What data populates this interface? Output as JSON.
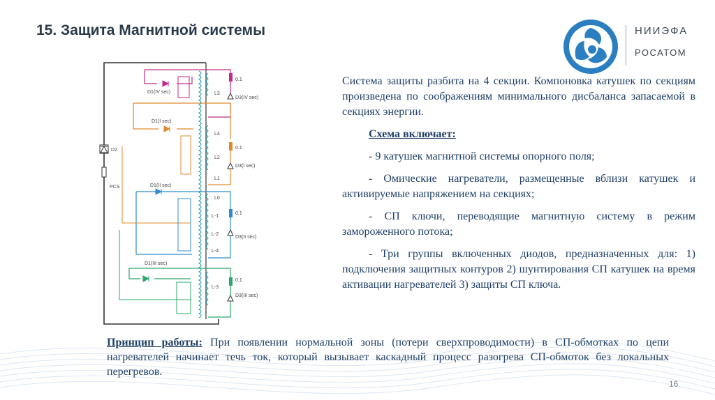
{
  "slide": {
    "title": "15. Защита Магнитной системы",
    "page_number": "16"
  },
  "logo": {
    "org_name": "НИИЭФА",
    "sub_name": "РОСАТОМ"
  },
  "colors": {
    "title": "#2a3a4a",
    "body_text": "#1f3f66",
    "section_magenta": "#c2298a",
    "section_orange": "#e08a2e",
    "section_blue": "#2f8ccc",
    "section_green": "#2aa76a",
    "coil_teal": "#2a9aa6",
    "logo_blue": "#2b7fc0"
  },
  "diagram": {
    "labels": {
      "d2": "D2",
      "pcs": "PCS",
      "d1_iv": "D1(IV sec)",
      "d1_i": "D1(I sec)",
      "d1_ii": "D1(II sec)",
      "d1_iii": "D1(III sec)",
      "l3": "L3",
      "l4": "L4",
      "l2": "L2",
      "l1": "L1",
      "l0": "L0",
      "lm1": "L-1",
      "lm2": "L-2",
      "lm4": "L-4",
      "lm3": "L-3",
      "d3_iv": "D3(IV sec)",
      "d3_i": "D3(I sec)",
      "d3_ii": "D3(II sec)",
      "d3_iii": "D3(III sec)",
      "r1": "0.1",
      "r2": "0.1",
      "r3": "0.1",
      "r4": "0.1"
    }
  },
  "content": {
    "intro": "Система защиты разбита на 4 секции. Компоновка катушек по секциям произведена по соображениям минимального дисбаланса запасаемой в секциях энергии.",
    "scheme_heading": "Схема включает:",
    "items": [
      "- 9 катушек магнитной системы опорного поля;",
      "- Омические нагреватели, размещенные вблизи катушек и активируемые напряжением на секциях;",
      "- СП ключи, переводящие магнитную систему в режим замороженного потока;",
      "- Три группы включенных диодов, предназначенных для: 1) подключения защитных контуров 2) шунтирования СП катушек на время активации нагревателей 3) защиты СП ключа."
    ],
    "principle_label": "Принцип работы:",
    "principle_text": " При появлении нормальной зоны (потери сверхпроводимости) в СП-обмотках по цепи нагревателей начинает течь ток, который вызывает каскадный процесс разогрева СП-обмоток без локальных перегревов."
  }
}
